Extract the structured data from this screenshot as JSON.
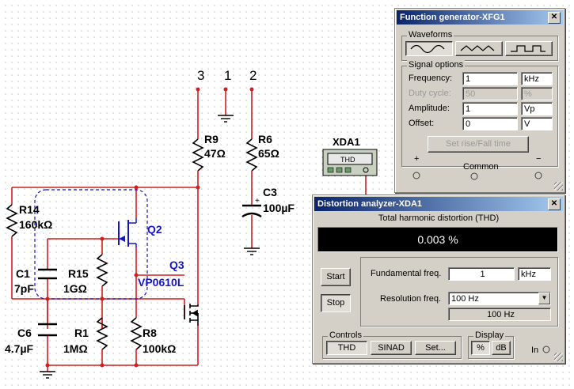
{
  "schematic": {
    "nodes": {
      "n3": "3",
      "n1": "1",
      "n2": "2"
    },
    "components": {
      "R9": {
        "name": "R9",
        "value": "47Ω"
      },
      "R6": {
        "name": "R6",
        "value": "65Ω"
      },
      "C3": {
        "name": "C3",
        "value": "100µF"
      },
      "R14": {
        "name": "R14",
        "value": "160kΩ"
      },
      "C1": {
        "name": "C1",
        "value": "7pF"
      },
      "R15": {
        "name": "R15",
        "value": "1GΩ"
      },
      "C6": {
        "name": "C6",
        "value": "4.7µF"
      },
      "R1": {
        "name": "R1",
        "value": "1MΩ"
      },
      "R8": {
        "name": "R8",
        "value": "100kΩ"
      },
      "Q2": {
        "name": "Q2"
      },
      "Q3": {
        "name": "Q3",
        "value": "VP0610L"
      }
    },
    "xda_label": "XDA1",
    "xda_thd": "THD",
    "polarity_plus": "+"
  },
  "function_generator": {
    "title": "Function generator-XFG1",
    "close": "✕",
    "waveforms_label": "Waveforms",
    "waveforms": [
      "sine",
      "triangle",
      "square"
    ],
    "selected_waveform": "sine",
    "signal_options_label": "Signal options",
    "frequency": {
      "label": "Frequency:",
      "value": "1",
      "unit": "kHz"
    },
    "duty_cycle": {
      "label": "Duty cycle:",
      "value": "50",
      "unit": "%"
    },
    "amplitude": {
      "label": "Amplitude:",
      "value": "1",
      "unit": "Vp"
    },
    "offset": {
      "label": "Offset:",
      "value": "0",
      "unit": "V"
    },
    "rise_fall_button": "Set rise/Fall time",
    "term_plus": "+",
    "term_common": "Common",
    "term_minus": "−"
  },
  "distortion_analyzer": {
    "title": "Distortion analyzer-XDA1",
    "close": "✕",
    "heading": "Total harmonic distortion (THD)",
    "reading": "0.003 %",
    "start": "Start",
    "stop": "Stop",
    "fundamental": {
      "label": "Fundamental freq.",
      "value": "1",
      "unit": "kHz"
    },
    "resolution": {
      "label": "Resolution freq.",
      "value": "100 Hz",
      "display": "100 Hz"
    },
    "controls_label": "Controls",
    "controls": [
      "THD",
      "SINAD",
      "Set..."
    ],
    "display_label": "Display",
    "display": [
      "%",
      "dB"
    ],
    "in_label": "In"
  },
  "colors": {
    "wire": "#d21e1e",
    "highlight": "#1515c8",
    "titlebar": "#0a246a",
    "panel": "#d4d0c8",
    "screen": "#000000"
  }
}
